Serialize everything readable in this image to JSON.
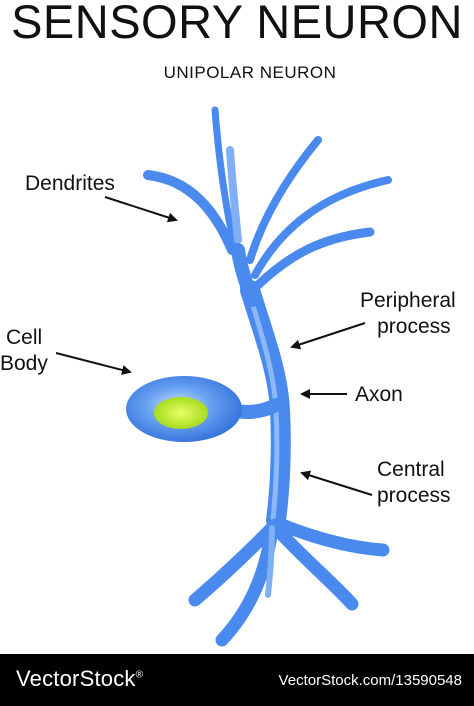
{
  "title": "SENSORY NEURON",
  "subtitle": "UNIPOLAR NEURON",
  "labels": {
    "dendrites": "Dendrites",
    "cell_body_line1": "Cell",
    "cell_body_line2": "Body",
    "peripheral_line1": "Peripheral",
    "peripheral_line2": "process",
    "axon": "Axon",
    "central_line1": "Central",
    "central_line2": "process"
  },
  "colors": {
    "neuron_fill": "#4f8ff0",
    "neuron_light": "#a9c9fb",
    "neuron_dark": "#2d6fd6",
    "nucleus": "#c7ef3a",
    "arrow": "#111111",
    "footer_bg": "#000000"
  },
  "footer": {
    "brand": "VectorStock",
    "brand_mark": "®",
    "url": "VectorStock.com/13590548"
  }
}
